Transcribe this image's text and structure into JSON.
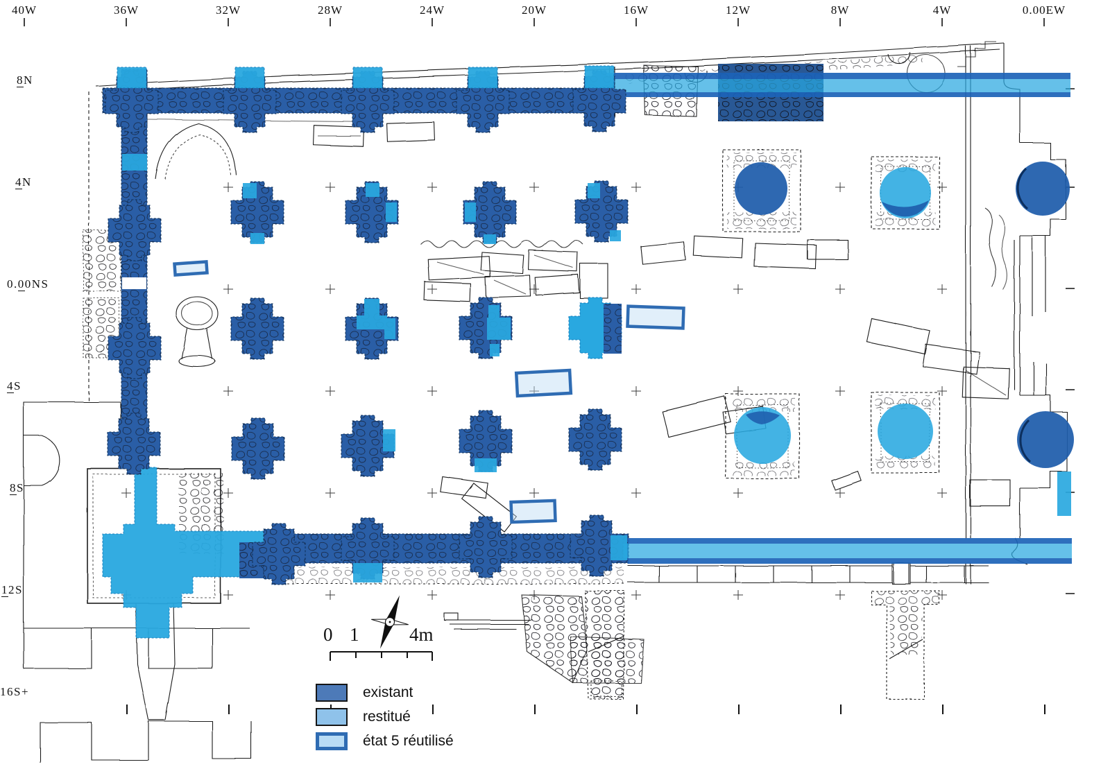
{
  "axis_top": [
    "40W",
    "36W",
    "32W",
    "28W",
    "24W",
    "20W",
    "16W",
    "12W",
    "8W",
    "4W",
    "0.00EW"
  ],
  "axis_left": [
    {
      "pre": "",
      "u": "8",
      "rest": "N"
    },
    {
      "pre": "",
      "u": "4",
      "rest": "N"
    },
    {
      "pre": "0.",
      "u": "0",
      "rest": "0NS"
    },
    {
      "pre": "",
      "u": "4",
      "rest": "S"
    },
    {
      "pre": "",
      "u": "8",
      "rest": "S"
    },
    {
      "pre": "",
      "u": "1",
      "rest": "2S"
    },
    {
      "pre": "",
      "u": "",
      "rest": "16S+"
    }
  ],
  "scale_bar": {
    "labels": [
      "0",
      "1",
      "4m"
    ]
  },
  "legend": {
    "items": [
      {
        "label": "existant",
        "color": "#4d7ab8",
        "style": "solid"
      },
      {
        "label": "restitué",
        "color": "#8fc2ea",
        "style": "solid"
      },
      {
        "label": "état 5 réutilisé",
        "fill": "#b9dcf5",
        "border": "#2f6cb3",
        "style": "outlined"
      }
    ]
  },
  "colors": {
    "existant_dark": "#2a5ea6",
    "restitue_cyan": "#29a8e0",
    "etat5_border": "#2f6cb3",
    "etat5_fill": "#b9dcf5",
    "linework": "#1b1b1b"
  },
  "icons": {
    "compass": "north-arrow"
  }
}
